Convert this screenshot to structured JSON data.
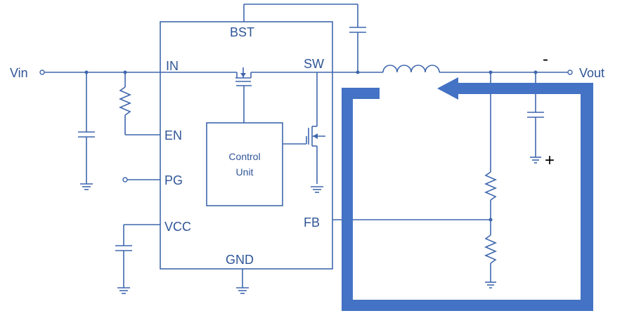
{
  "diagram": {
    "vin_label": "Vin",
    "vout_label": "Vout",
    "pins": {
      "in": "IN",
      "en": "EN",
      "pg": "PG",
      "vcc": "VCC",
      "bst": "BST",
      "sw": "SW",
      "fb": "FB",
      "gnd": "GND"
    },
    "control_unit": {
      "line1": "Control",
      "line2": "Unit"
    },
    "polarity": {
      "minus": "-",
      "plus": "+"
    }
  },
  "colors": {
    "wire": "#3f67ad",
    "label": "#2f5597",
    "highlight": "#4472c4",
    "polarity": "#000000"
  }
}
